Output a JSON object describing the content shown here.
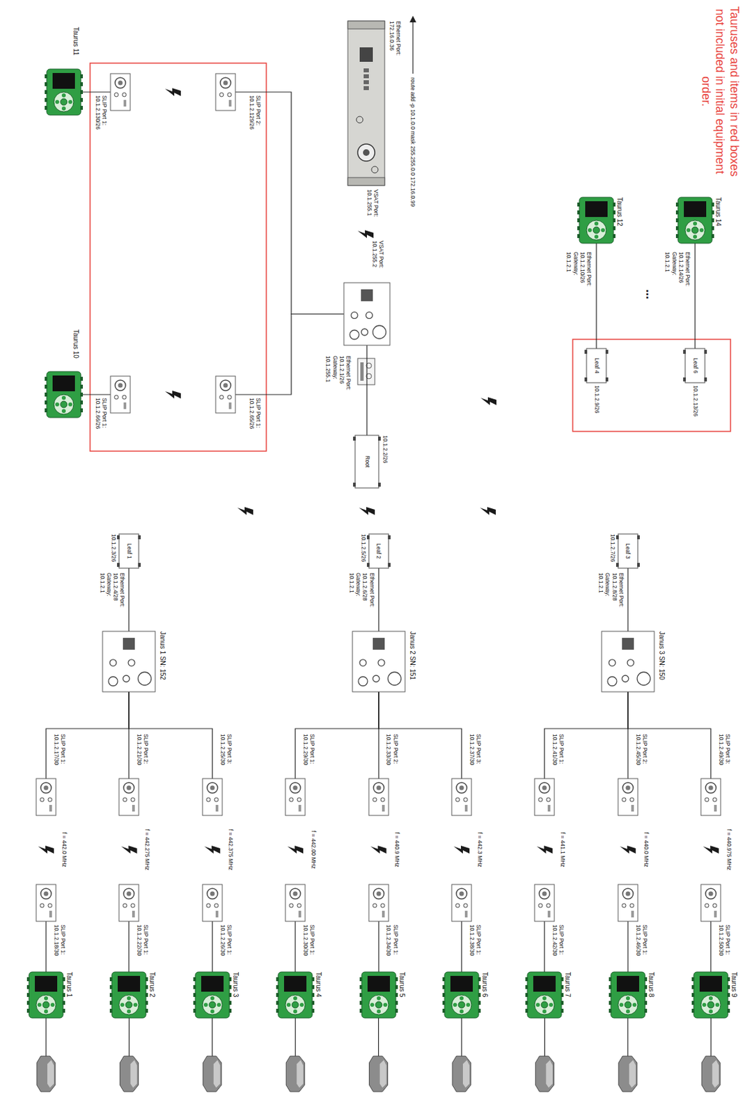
{
  "diagram": {
    "nodes": [
      {
        "text": [
          "VSAT Port: 10.1.255.1",
          "Ethernet Port: 172.16.0.36"
        ]
      },
      {
        "text": [
          "VSAT Port: 10.1.255.2"
        ]
      },
      {
        "text": [
          "Root",
          "10.1.2.2/26"
        ]
      },
      {
        "text": [
          "Taurus 11"
        ]
      },
      {
        "text": [
          "SLIP Port 1: 10.1.2.130/26"
        ]
      },
      {
        "text": [
          "SLIP Port 2: 10.1.2.129/26"
        ]
      },
      {
        "text": [
          "Taurus 10"
        ]
      },
      {
        "text": [
          "SLIP Port 1: 10.1.2.66/26"
        ]
      },
      {
        "text": [
          "SLIP Port 1: 10.1.2.65/26"
        ]
      },
      {
        "text": [
          "Taurus 12"
        ]
      },
      {
        "text": [
          "Leaf 4",
          "10.1.2.9/26"
        ]
      },
      {
        "text": [
          "Taurus 14"
        ]
      },
      {
        "text": [
          "Leaf 6",
          "10.1.2.13/26"
        ]
      },
      {
        "text": [
          "Leaf 1",
          "10.1.2.3/26"
        ]
      },
      {
        "text": [
          "Janus 1 SN: 152"
        ]
      },
      {
        "text": [
          "SLIP Port 1: 10.1.2.17/30"
        ]
      },
      {
        "text": [
          "SLIP Port 1: 10.1.2.18/30"
        ]
      },
      {
        "text": [
          "Taurus 1"
        ]
      },
      {
        "text": [
          "SLIP Port 2: 10.1.2.21/30"
        ]
      },
      {
        "text": [
          "SLIP Port 1: 10.1.2.22/30"
        ]
      },
      {
        "text": [
          "Taurus 2"
        ]
      },
      {
        "text": [
          "SLIP Port 3: 10.1.2.25/30"
        ]
      },
      {
        "text": [
          "SLIP Port 1: 10.1.2.26/30"
        ]
      },
      {
        "text": [
          "Taurus 3"
        ]
      },
      {
        "text": [
          "Leaf 2",
          "10.1.2.5/26"
        ]
      },
      {
        "text": [
          "Janus 2 SN: 151"
        ]
      },
      {
        "text": [
          "SLIP Port 1: 10.1.2.29/30"
        ]
      },
      {
        "text": [
          "SLIP Port 1: 10.1.2.30/30"
        ]
      },
      {
        "text": [
          "Taurus 4"
        ]
      },
      {
        "text": [
          "SLIP Port 2: 10.1.2.33/30"
        ]
      },
      {
        "text": [
          "SLIP Port 1: 10.1.2.34/30"
        ]
      },
      {
        "text": [
          "Taurus 5"
        ]
      },
      {
        "text": [
          "SLIP Port 3: 10.1.2.37/30"
        ]
      },
      {
        "text": [
          "SLIP Port 1: 10.1.2.38/30"
        ]
      },
      {
        "text": [
          "Taurus 6"
        ]
      },
      {
        "text": [
          "Leaf 3",
          "10.1.2.7/26"
        ]
      },
      {
        "text": [
          "Janus 3 SN: 150"
        ]
      },
      {
        "text": [
          "SLIP Port 1: 10.1.2.41/30"
        ]
      },
      {
        "text": [
          "SLIP Port 1: 10.1.2.42/30"
        ]
      },
      {
        "text": [
          "Taurus 7"
        ]
      },
      {
        "text": [
          "SLIP Port 2: 10.1.2.45/30"
        ]
      },
      {
        "text": [
          "SLIP Port 1: 10.1.2.46/30"
        ]
      },
      {
        "text": [
          "Taurus 8"
        ]
      },
      {
        "text": [
          "SLIP Port 3: 10.1.2.49/30"
        ]
      },
      {
        "text": [
          "SLIP Port 1: 10.1.2.50/30"
        ]
      },
      {
        "text": [
          "Taurus 9"
        ]
      }
    ],
    "edges": [
      {
        "from": 1,
        "to": 2,
        "arrow": "none",
        "label": "Ethernet Port: 10.1.2.1/26 Gateway: 10.1.255.1"
      },
      {
        "from": 3,
        "to": 4,
        "arrow": "none"
      },
      {
        "from": 5,
        "to": 1,
        "arrow": "none"
      },
      {
        "from": 6,
        "to": 7,
        "arrow": "none"
      },
      {
        "from": 8,
        "to": 1,
        "arrow": "none"
      },
      {
        "from": 9,
        "to": 10,
        "arrow": "none",
        "label": "Ethernet Port: 10.1.2.10/26 Gateway: 10.1.2.1"
      },
      {
        "from": 11,
        "to": 12,
        "arrow": "none",
        "label": "Ethernet Port: 10.1.2.14/26 Gateway: 10.1.2.1"
      },
      {
        "from": 14,
        "to": 13,
        "arrow": "none",
        "label": "Ethernet Port: 10.1.2.4/28 Gateway: 10.1.2.1"
      },
      {
        "from": 15,
        "to": 14,
        "arrow": "none"
      },
      {
        "from": 17,
        "to": 16,
        "arrow": "none"
      },
      {
        "from": 18,
        "to": 14,
        "arrow": "none"
      },
      {
        "from": 20,
        "to": 19,
        "arrow": "none"
      },
      {
        "from": 21,
        "to": 14,
        "arrow": "none"
      },
      {
        "from": 23,
        "to": 22,
        "arrow": "none"
      },
      {
        "from": 25,
        "to": 24,
        "arrow": "none",
        "label": "Ethernet Port: 10.1.2.6/28 Gateway: 10.1.2.1"
      },
      {
        "from": 26,
        "to": 25,
        "arrow": "none"
      },
      {
        "from": 28,
        "to": 27,
        "arrow": "none"
      },
      {
        "from": 29,
        "to": 25,
        "arrow": "none"
      },
      {
        "from": 31,
        "to": 30,
        "arrow": "none"
      },
      {
        "from": 32,
        "to": 25,
        "arrow": "none"
      },
      {
        "from": 34,
        "to": 33,
        "arrow": "none"
      },
      {
        "from": 36,
        "to": 35,
        "arrow": "none",
        "label": "Ethernet Port: 10.1.2.8/28 Gateway: 10.1.2.1"
      },
      {
        "from": 37,
        "to": 36,
        "arrow": "none"
      },
      {
        "from": 39,
        "to": 38,
        "arrow": "none"
      },
      {
        "from": 40,
        "to": 36,
        "arrow": "none"
      },
      {
        "from": 42,
        "to": 41,
        "arrow": "none"
      },
      {
        "from": 43,
        "to": 36,
        "arrow": "none"
      },
      {
        "from": 45,
        "to": 44,
        "arrow": "none"
      }
    ],
    "labels": [
      "Tauruses and items in red boxes not included in initial equipment order.",
      "route add -p 10.1.0.0 mask 255.255.0.0 172.16.0.99",
      "...",
      "f = 442.0 MHz",
      "f = 442.275 MHz",
      "f = 442.375 MHz",
      "f = 442.00 MHz",
      "f = 440.9 MHz",
      "f = 442.3 MHz",
      "f = 441.1 MHz",
      "f = 440.0 MHz",
      "f = 440.975 MHz"
    ]
  }
}
